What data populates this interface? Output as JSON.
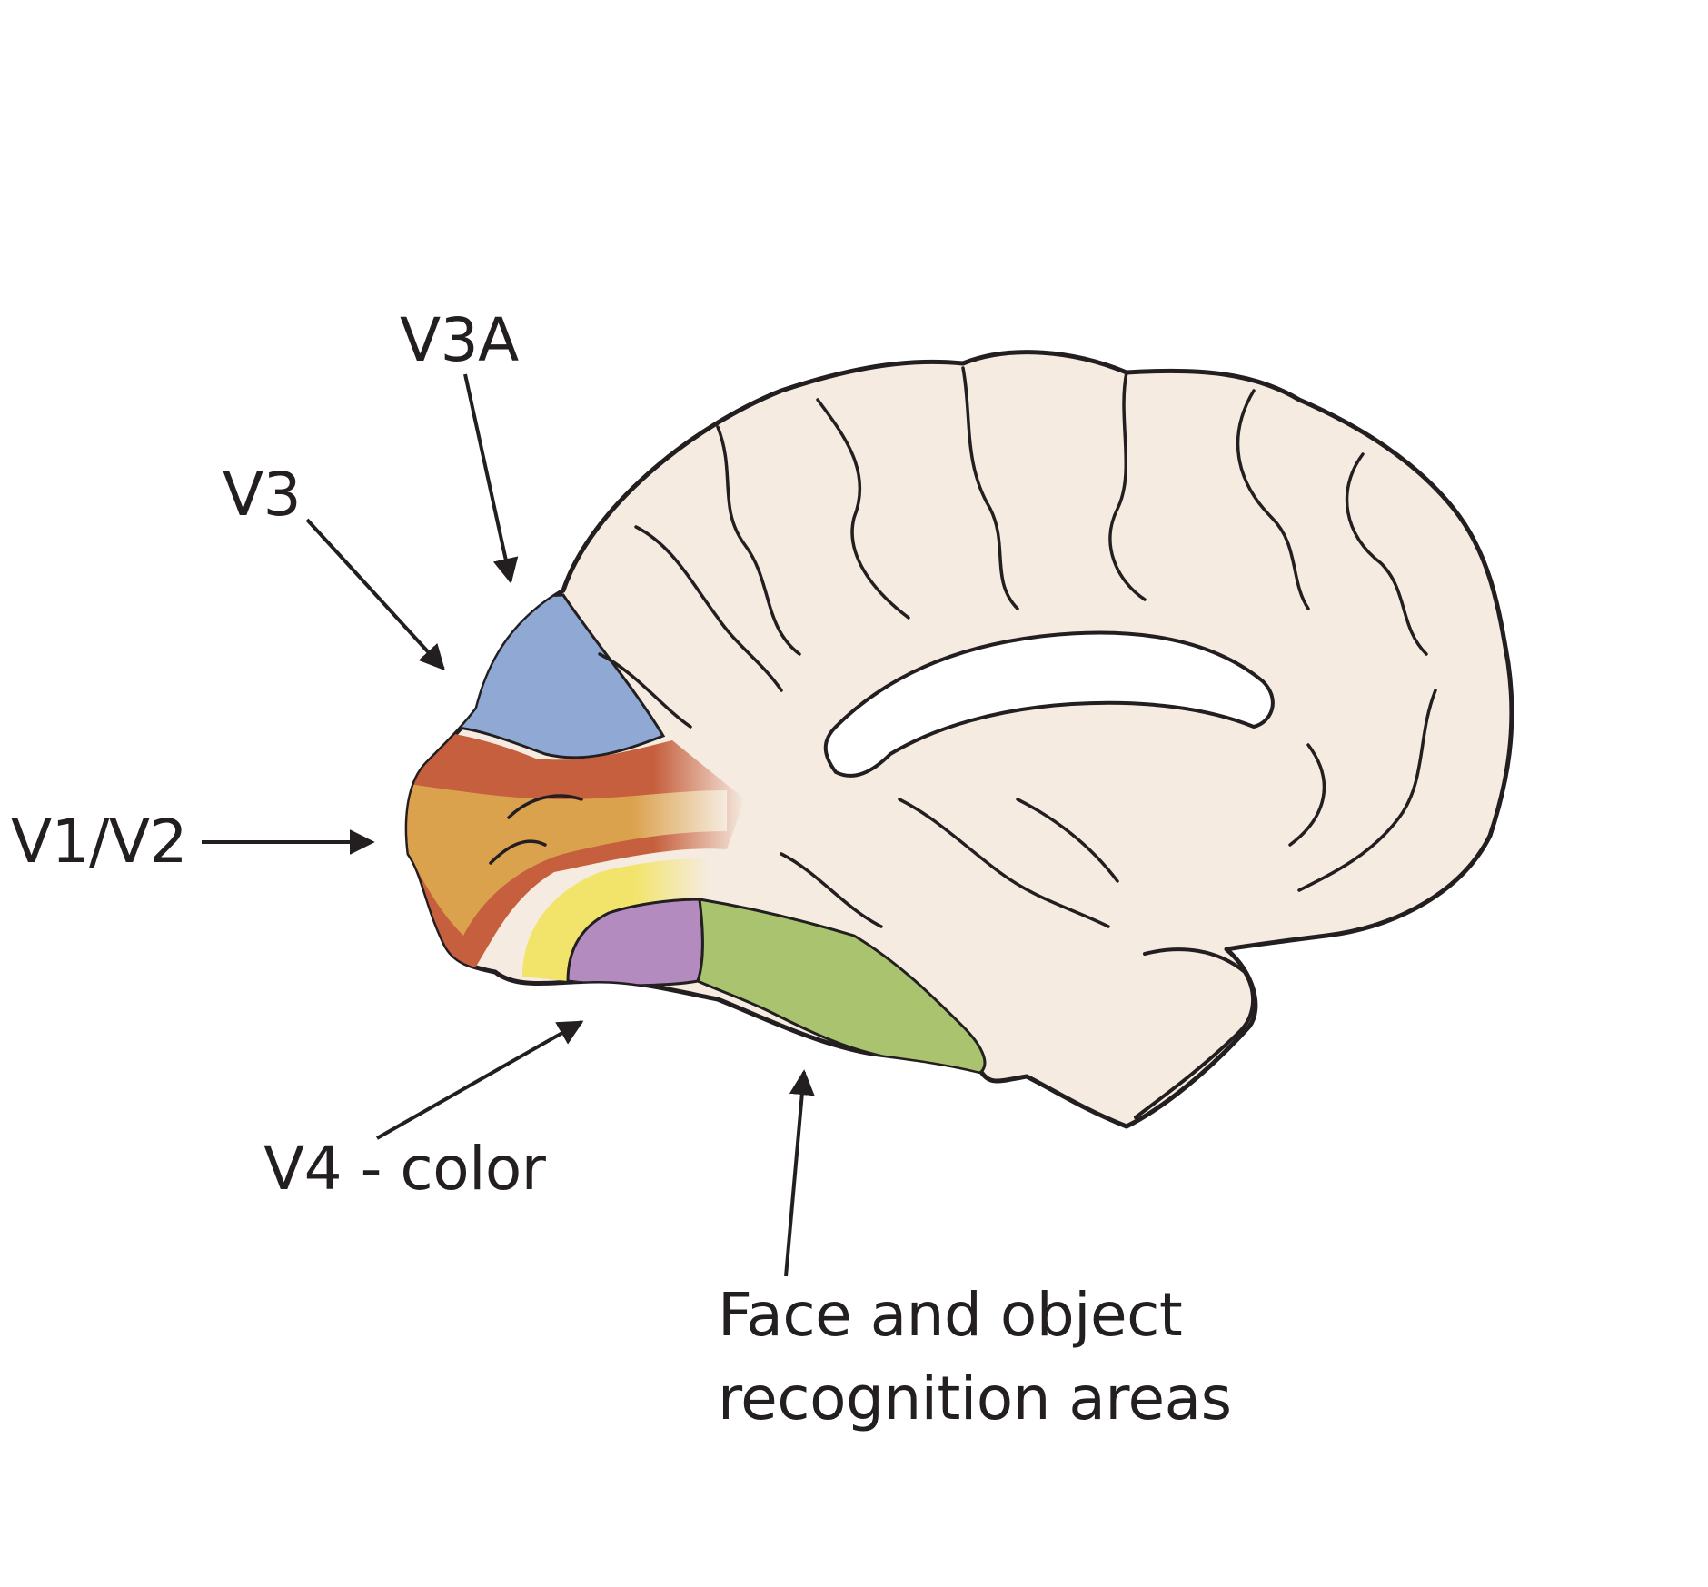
{
  "labels": {
    "v3a": "V3A",
    "v3": "V3",
    "v1v2": "V1/V2",
    "v4": "V4 - color",
    "face_line1": "Face and object",
    "face_line2": "recognition areas"
  },
  "colors": {
    "background": "#ffffff",
    "brain_tissue": "#f5ebe0",
    "outline": "#231f20",
    "corpus_callosum": "#ffffff",
    "v3a_region": "#8fa9d4",
    "v1v2_outer_band": "#c65f3e",
    "v1v2_inner_band": "#dba24e",
    "v4_yellow_band": "#f2e46b",
    "v4_region": "#b48bbf",
    "face_object_region": "#a9c36f"
  },
  "icons": [
    "arrow-v3a",
    "arrow-v3",
    "arrow-v1v2",
    "arrow-v4",
    "arrow-face-object"
  ]
}
